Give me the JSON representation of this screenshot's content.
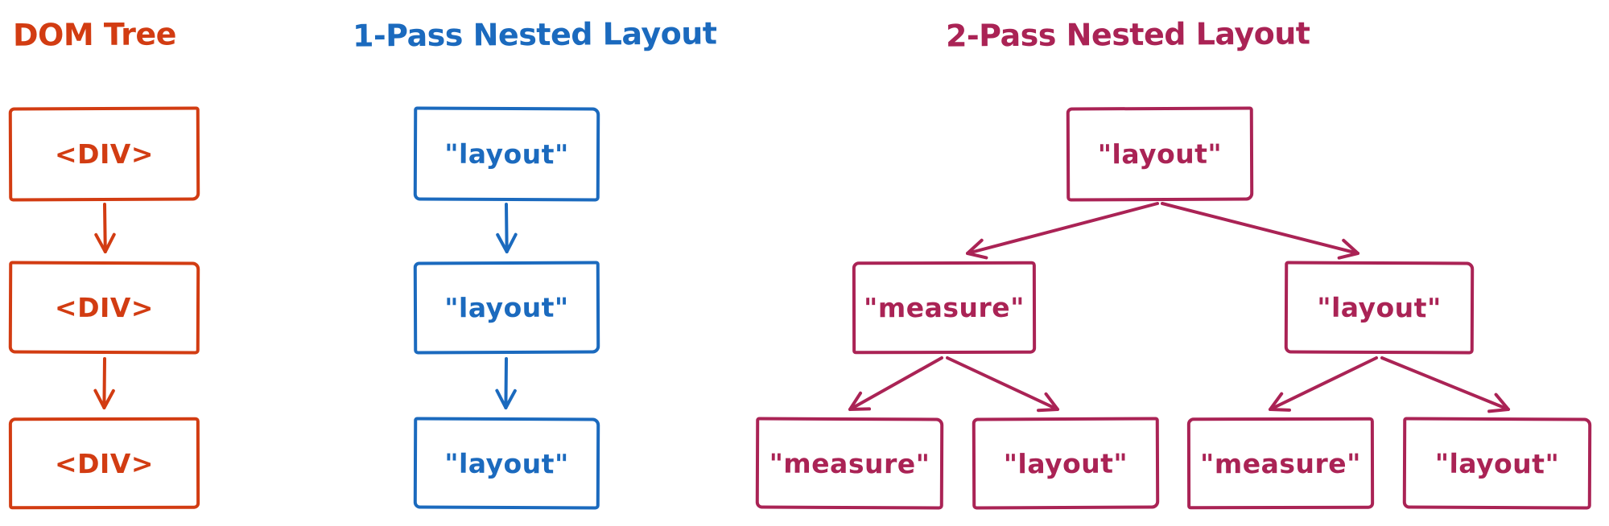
{
  "canvas": {
    "background": "#ffffff"
  },
  "trees": [
    {
      "title": "DOM Tree",
      "color": "#d23c12",
      "nodes": [
        {
          "label": "<DIV>"
        },
        {
          "label": "<DIV>"
        },
        {
          "label": "<DIV>"
        }
      ]
    },
    {
      "title": "1-Pass Nested Layout",
      "color": "#1b6abe",
      "nodes": [
        {
          "label": "\"layout\""
        },
        {
          "label": "\"layout\""
        },
        {
          "label": "\"layout\""
        }
      ]
    },
    {
      "title": "2-Pass Nested Layout",
      "color": "#aa2355",
      "nodes": [
        {
          "label": "\"layout\""
        },
        {
          "label": "\"measure\""
        },
        {
          "label": "\"layout\""
        },
        {
          "label": "\"measure\""
        },
        {
          "label": "\"layout\""
        },
        {
          "label": "\"measure\""
        },
        {
          "label": "\"layout\""
        }
      ]
    }
  ]
}
